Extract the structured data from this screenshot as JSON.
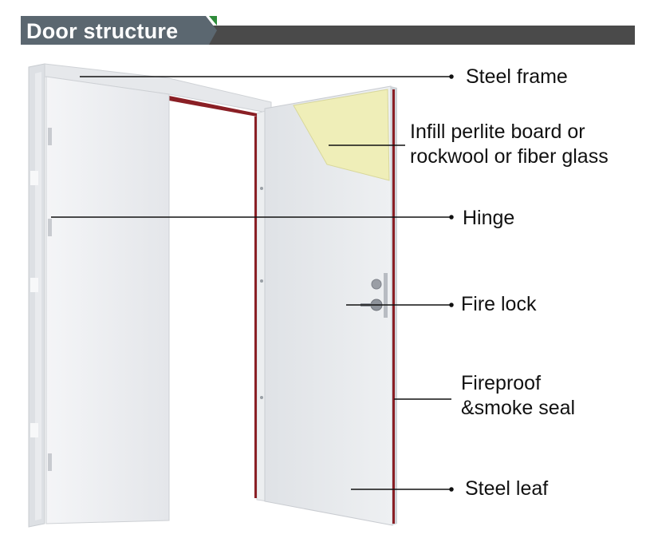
{
  "header": {
    "title": "Door structure",
    "bar_color": "#4a4a4a",
    "tab_color": "#5b6770",
    "accent_color": "#2e8b3a"
  },
  "callouts": [
    {
      "id": "steel-frame",
      "lines": [
        "Steel frame"
      ]
    },
    {
      "id": "infill",
      "lines": [
        "Infill perlite board or",
        "rockwool or fiber glass"
      ]
    },
    {
      "id": "hinge",
      "lines": [
        "Hinge"
      ]
    },
    {
      "id": "fire-lock",
      "lines": [
        "Fire lock"
      ]
    },
    {
      "id": "seal",
      "lines": [
        "Fireproof",
        "&smoke seal"
      ]
    },
    {
      "id": "steel-leaf",
      "lines": [
        "Steel leaf"
      ]
    }
  ],
  "colors": {
    "door_panel": "#eaecef",
    "frame": "#f0f1f3",
    "seal": "#8a1f25",
    "infill": "#efeeb8",
    "line": "#111111"
  }
}
